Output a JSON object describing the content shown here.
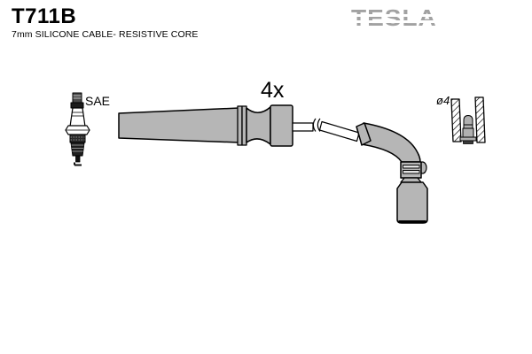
{
  "header": {
    "part_number": "T711B",
    "description": "7mm SILICONE CABLE- RESISTIVE CORE",
    "brand_logo": "TESLA"
  },
  "labels": {
    "quantity": "4x",
    "spark_plug_terminal": "SAE",
    "terminal_diameter": "ø4"
  },
  "drawing_parts": [
    "spark-plug",
    "straight-boot-cable-assembly",
    "elbow-boot",
    "terminal-cross-section"
  ],
  "colors": {
    "background": "#ffffff",
    "outline": "#000000",
    "boot_gray": "#b6b6b6",
    "terminal_gray": "#b0b0b0",
    "logo_gray": "#a2a2a2",
    "dark_metal": "#2a2a2a",
    "text": "#000000"
  }
}
